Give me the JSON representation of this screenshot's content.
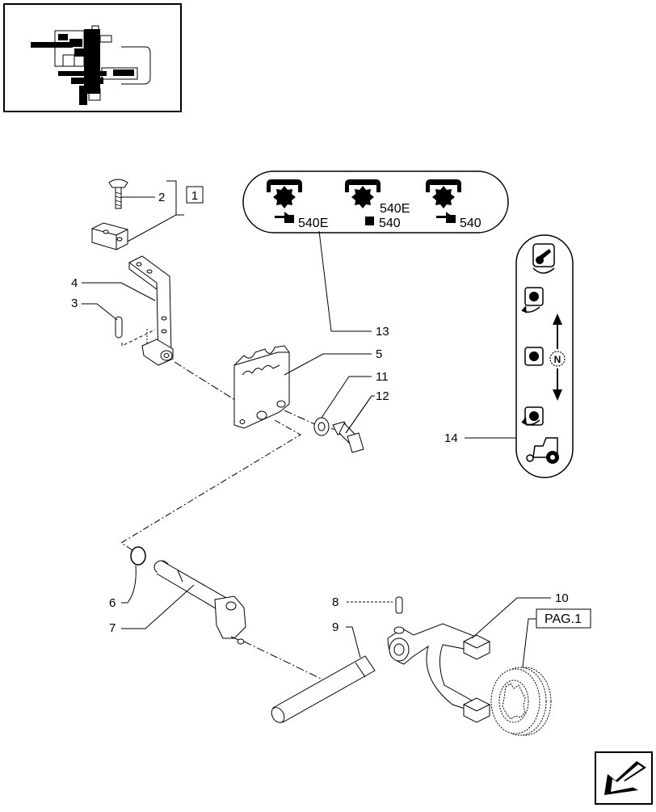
{
  "callouts": {
    "c1": "1",
    "c2": "2",
    "c3": "3",
    "c4": "4",
    "c5": "5",
    "c6": "6",
    "c7": "7",
    "c8": "8",
    "c9": "9",
    "c10": "10",
    "c11": "11",
    "c12": "12",
    "c13": "13",
    "c14": "14"
  },
  "page_ref": "PAG.1",
  "pto_panel": {
    "row1_a": "540E",
    "row1_b": "540",
    "row1_c": "540",
    "upper_mid": "540E"
  },
  "lever_plate": {
    "neutral": "N"
  },
  "icons": {
    "thumbnail": "assembly-thumbnail-icon",
    "pto_speed": "pto-spline-icon",
    "next_page": "next-page-arrow-icon"
  },
  "colors": {
    "line": "#000000",
    "background": "#ffffff"
  }
}
